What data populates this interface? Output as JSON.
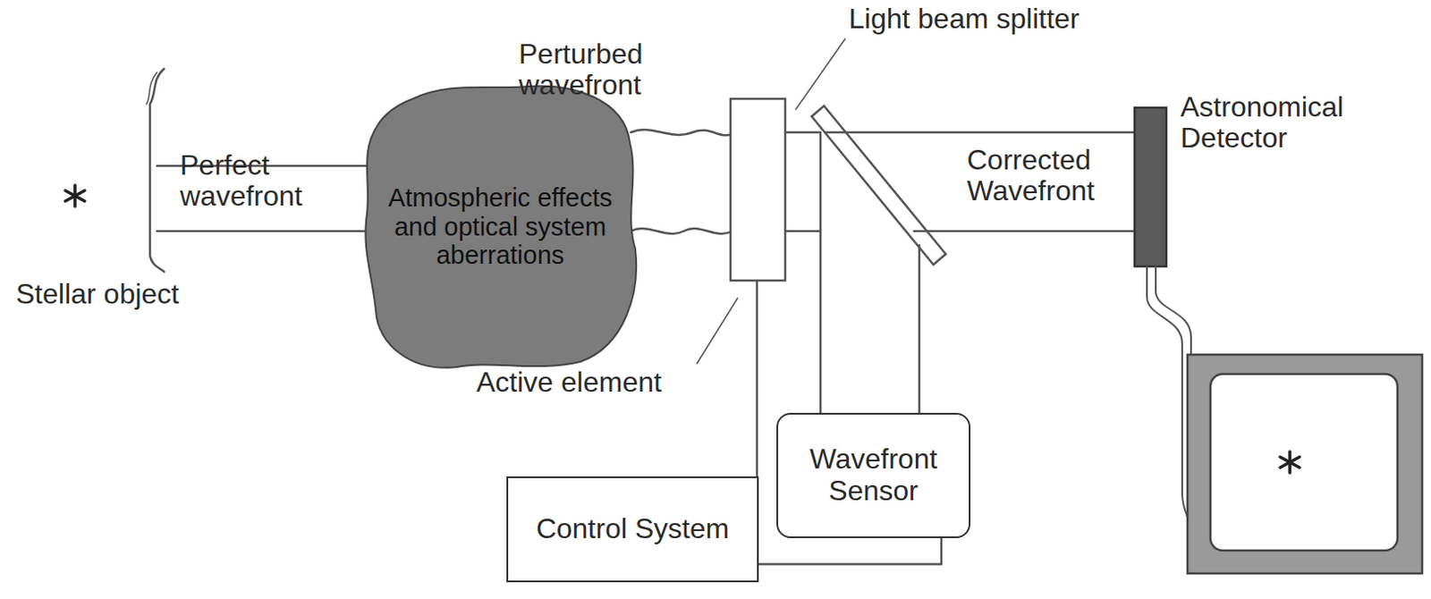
{
  "diagram": {
    "nodes": [
      {
        "text": [
          "Atmospheric effects and optical system aberrations"
        ]
      },
      {
        "text": [
          "Wavefront Sensor"
        ]
      },
      {
        "text": [
          "Control System"
        ]
      }
    ],
    "edges": [
      {
        "from": 1,
        "to": 2,
        "arrow": "none"
      }
    ],
    "labels": [
      "Stellar object",
      "Perfect wavefront",
      "Perturbed wavefront",
      "Active element",
      "Light beam splitter",
      "Corrected Wavefront",
      "Astronomical Detector"
    ]
  }
}
